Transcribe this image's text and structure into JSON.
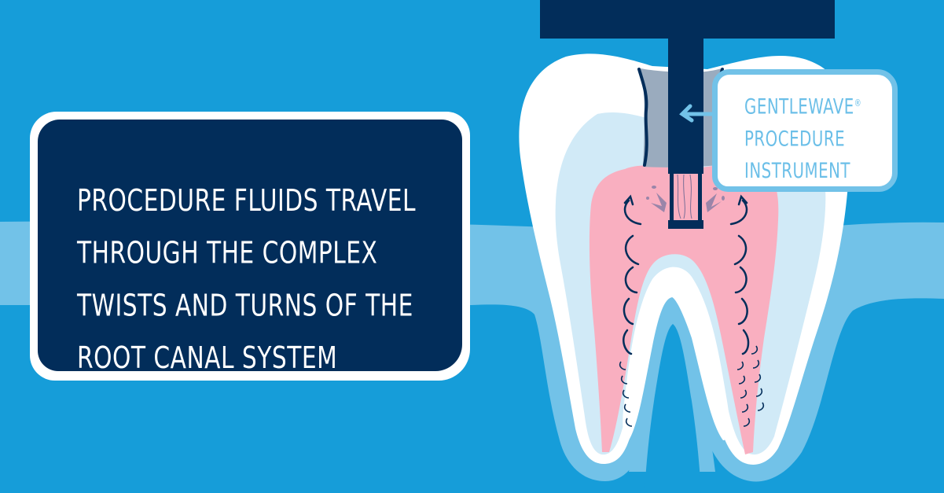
{
  "headline": {
    "lines": [
      "Procedure fluids travel",
      "through the complex",
      "twists and turns of the",
      "root canal system"
    ]
  },
  "callout": {
    "line1": "GentleWave",
    "registered_mark": "®",
    "line2": "Procedure",
    "line3": "Instrument"
  },
  "colors": {
    "background": "#169dd9",
    "gum": "#72c2e8",
    "enamel": "#ffffff",
    "dentin": "#d1eaf7",
    "pulp": "#f9afc0",
    "instrument": "#022d5a",
    "access_cavity": "#9aabbe",
    "card_fill": "#022d5a",
    "callout_text": "#6bbfe8"
  }
}
